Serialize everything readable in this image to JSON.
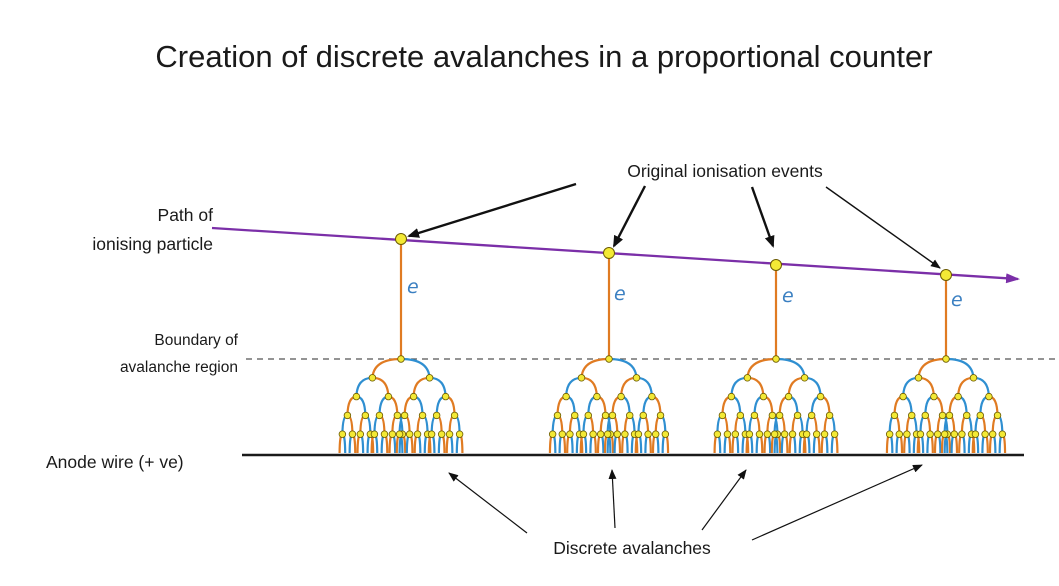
{
  "title": "Creation of discrete avalanches in a proportional counter",
  "labels": {
    "path_of": "Path of",
    "ionising_particle": "ionising particle",
    "original_events": "Original ionisation events",
    "boundary_of": "Boundary of",
    "avalanche_region": "avalanche region",
    "anode_wire": "Anode wire  (+ ve)",
    "discrete_avalanches": "Discrete avalanches",
    "electron_symbol": "e"
  },
  "colors": {
    "particle_path": "#7b2fa8",
    "electron_drift": "#e07b22",
    "avalanche_blue": "#2f8fd1",
    "ionisation_event": "#f3e935",
    "anode_wire": "#1a1a1a",
    "electron_label": "#3a7fc1"
  }
}
